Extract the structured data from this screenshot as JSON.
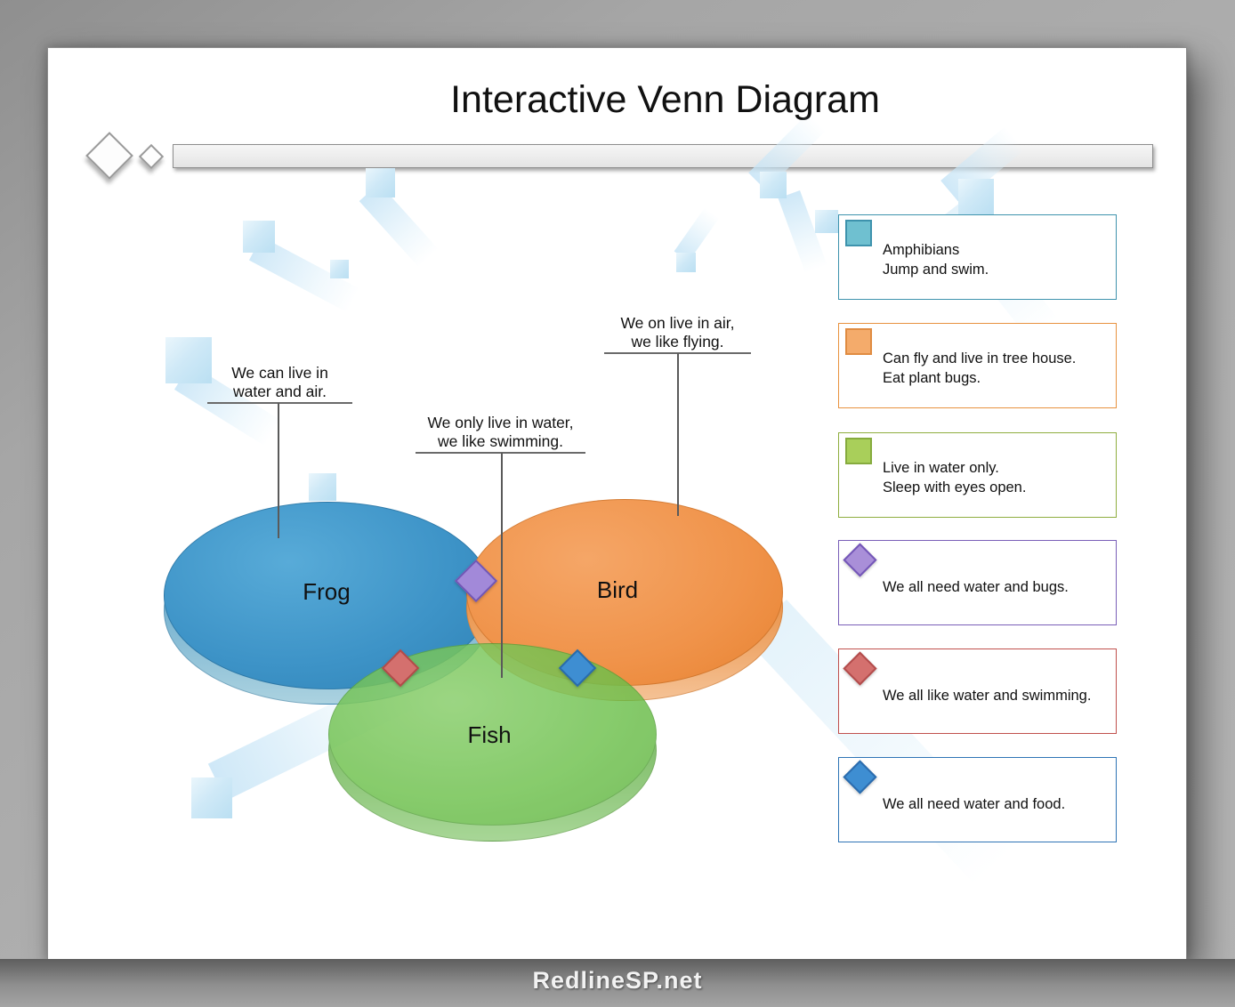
{
  "title": "Interactive Venn Diagram",
  "watermark": "RedlineSP.net",
  "venn": {
    "sets": [
      {
        "label": "Frog",
        "color": "#3d93c7"
      },
      {
        "label": "Bird",
        "color": "#f0934a"
      },
      {
        "label": "Fish",
        "color": "#6cc04b"
      }
    ],
    "callouts": [
      {
        "line1": "We can live in",
        "line2": "water and air."
      },
      {
        "line1": "We only live in water,",
        "line2": "we like swimming."
      },
      {
        "line1": "We on live in air,",
        "line2": "we like flying."
      }
    ],
    "markers": [
      {
        "name": "frog-bird",
        "color": "#a289d9",
        "border": "#7257b5"
      },
      {
        "name": "frog-fish",
        "color": "#d4706e",
        "border": "#b24b49"
      },
      {
        "name": "bird-fish",
        "color": "#3e8ed2",
        "border": "#2a6cab"
      }
    ]
  },
  "legend": {
    "items": [
      {
        "shape": "square",
        "fill": "#6fc0d0",
        "swatch_border": "#3e93ad",
        "box_border": "#3e93ad",
        "line1": "Amphibians",
        "line2": "Jump and swim."
      },
      {
        "shape": "square",
        "fill": "#f4ab6b",
        "swatch_border": "#e08c42",
        "box_border": "#e8923f",
        "line1": "Can fly and live in tree house.",
        "line2": "Eat plant bugs."
      },
      {
        "shape": "square",
        "fill": "#a9cf5a",
        "swatch_border": "#86ab3e",
        "box_border": "#8fae3f",
        "line1": "Live in water only.",
        "line2": "Sleep with eyes open."
      },
      {
        "shape": "diamond",
        "fill": "#a98fd8",
        "swatch_border": "#7456b8",
        "box_border": "#7a5fb8",
        "line1": "We all need water and bugs.",
        "line2": ""
      },
      {
        "shape": "diamond",
        "fill": "#d4706e",
        "swatch_border": "#b34c4c",
        "box_border": "#c0504d",
        "line1": "We all like water and swimming.",
        "line2": ""
      },
      {
        "shape": "diamond",
        "fill": "#3e8ed2",
        "swatch_border": "#2b6cae",
        "box_border": "#2e74b5",
        "line1": "We all need water and food.",
        "line2": ""
      }
    ]
  }
}
